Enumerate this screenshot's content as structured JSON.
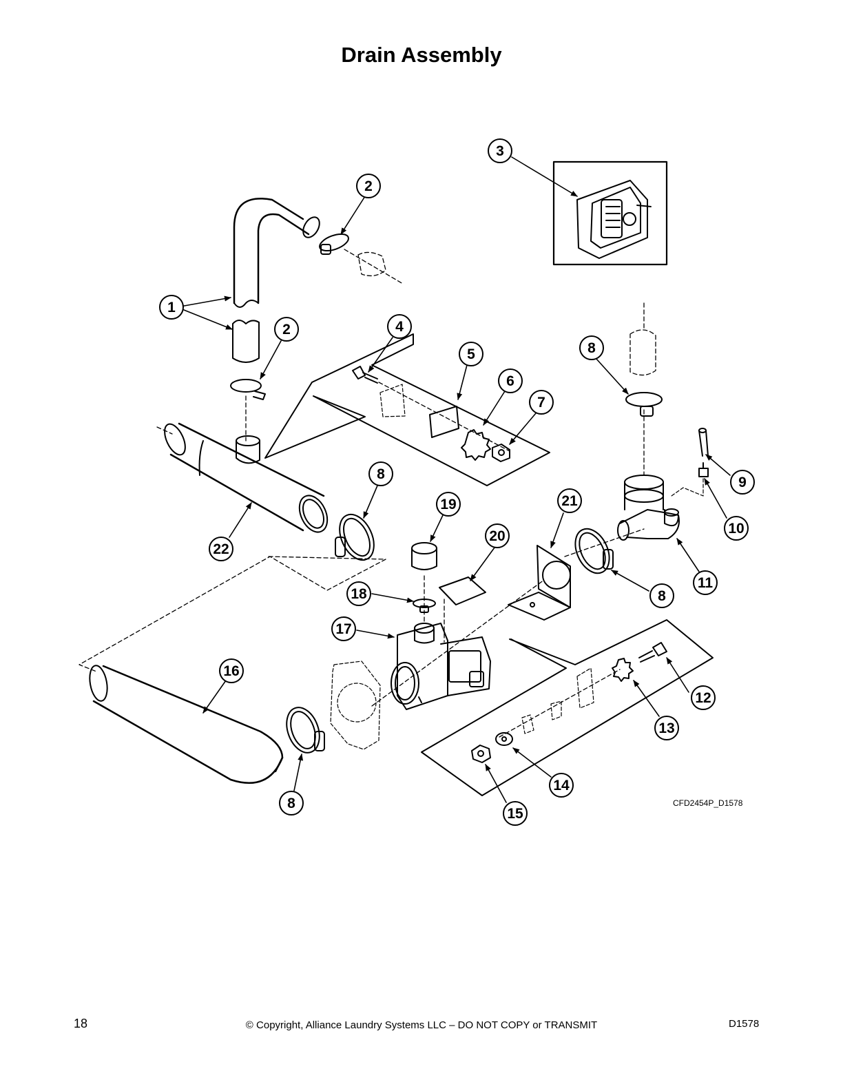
{
  "page": {
    "title": "Drain Assembly",
    "drawing_code": "CFD2454P_D1578",
    "page_number": "18",
    "copyright": "© Copyright, Alliance Laundry Systems LLC – DO NOT COPY or TRANSMIT",
    "doc_number": "D1578"
  },
  "callouts": [
    "1",
    "2",
    "2",
    "3",
    "4",
    "5",
    "6",
    "7",
    "8",
    "8",
    "8",
    "8",
    "9",
    "10",
    "11",
    "12",
    "13",
    "14",
    "15",
    "16",
    "17",
    "18",
    "19",
    "20",
    "21",
    "22"
  ]
}
